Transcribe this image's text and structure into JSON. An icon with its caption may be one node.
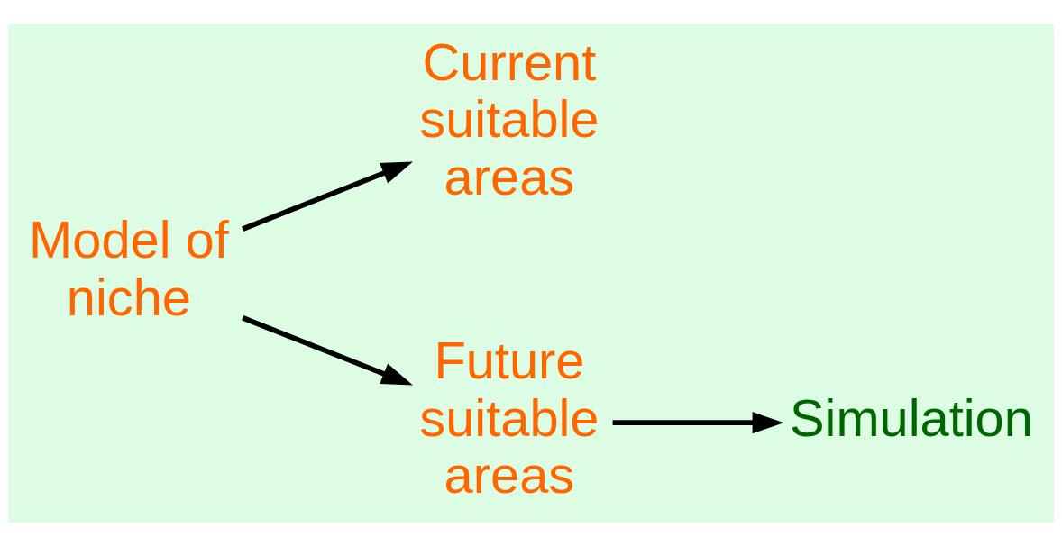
{
  "diagram": {
    "nodes": [
      {
        "text": [
          "Model of niche"
        ]
      },
      {
        "text": [
          "Current suitable areas"
        ]
      },
      {
        "text": [
          "Future suitable areas"
        ]
      },
      {
        "text": [
          "Simulation"
        ]
      }
    ],
    "edges": [
      {
        "from": 0,
        "to": 1,
        "arrow": "to"
      },
      {
        "from": 0,
        "to": 2,
        "arrow": "to"
      },
      {
        "from": 2,
        "to": 3,
        "arrow": "to"
      }
    ]
  }
}
